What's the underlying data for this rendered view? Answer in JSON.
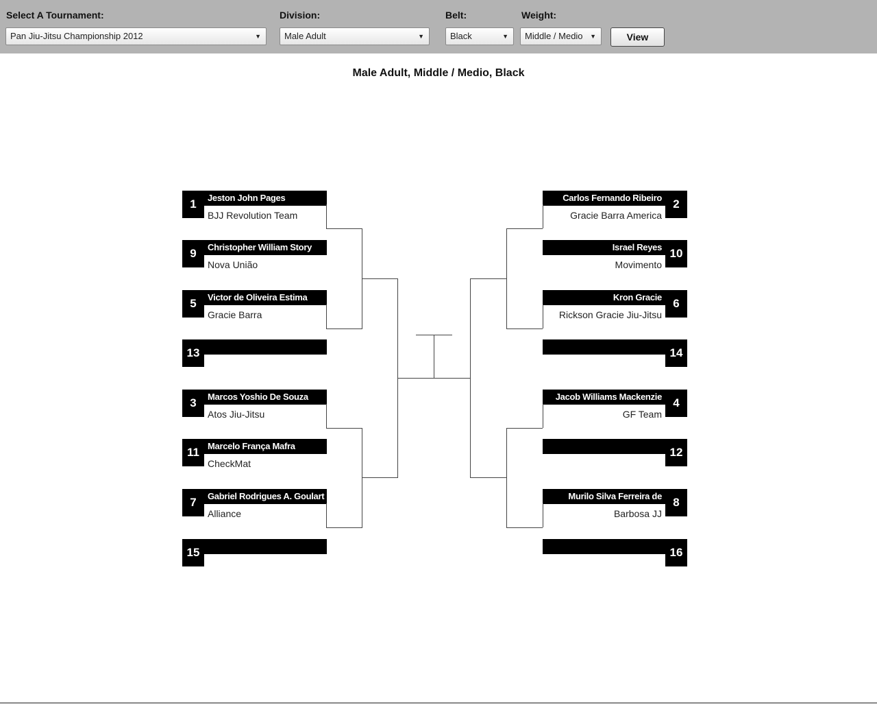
{
  "toolbar": {
    "tournament_label": "Select A Tournament:",
    "tournament_value": "Pan Jiu-Jitsu Championship 2012",
    "division_label": "Division:",
    "division_value": "Male Adult",
    "belt_label": "Belt:",
    "belt_value": "Black",
    "weight_label": "Weight:",
    "weight_value": "Middle / Medio",
    "view_label": "View",
    "dropdown_icon": "▼"
  },
  "bracket": {
    "title": "Male Adult, Middle / Medio, Black",
    "left": [
      {
        "seed": "1",
        "name": "Jeston John Pages",
        "team": "BJJ Revolution Team"
      },
      {
        "seed": "9",
        "name": "Christopher William Story",
        "team": "Nova União"
      },
      {
        "seed": "5",
        "name": "Victor de Oliveira Estima",
        "team": "Gracie Barra"
      },
      {
        "seed": "13",
        "name": "",
        "team": ""
      },
      {
        "seed": "3",
        "name": "Marcos Yoshio De Souza",
        "team": "Atos Jiu-Jitsu"
      },
      {
        "seed": "11",
        "name": "Marcelo França Mafra",
        "team": "CheckMat"
      },
      {
        "seed": "7",
        "name": "Gabriel Rodrigues A. Goulart",
        "team": "Alliance"
      },
      {
        "seed": "15",
        "name": "",
        "team": ""
      }
    ],
    "right": [
      {
        "seed": "2",
        "name": "Carlos Fernando Ribeiro",
        "team": "Gracie Barra America"
      },
      {
        "seed": "10",
        "name": "Israel Reyes",
        "team": "Movimento"
      },
      {
        "seed": "6",
        "name": "Kron Gracie",
        "team": "Rickson Gracie Jiu-Jitsu"
      },
      {
        "seed": "14",
        "name": "",
        "team": ""
      },
      {
        "seed": "4",
        "name": "Jacob Williams Mackenzie",
        "team": "GF Team"
      },
      {
        "seed": "12",
        "name": "",
        "team": ""
      },
      {
        "seed": "8",
        "name": "Murilo Silva Ferreira de",
        "team": "Barbosa JJ"
      },
      {
        "seed": "16",
        "name": "",
        "team": ""
      }
    ]
  }
}
